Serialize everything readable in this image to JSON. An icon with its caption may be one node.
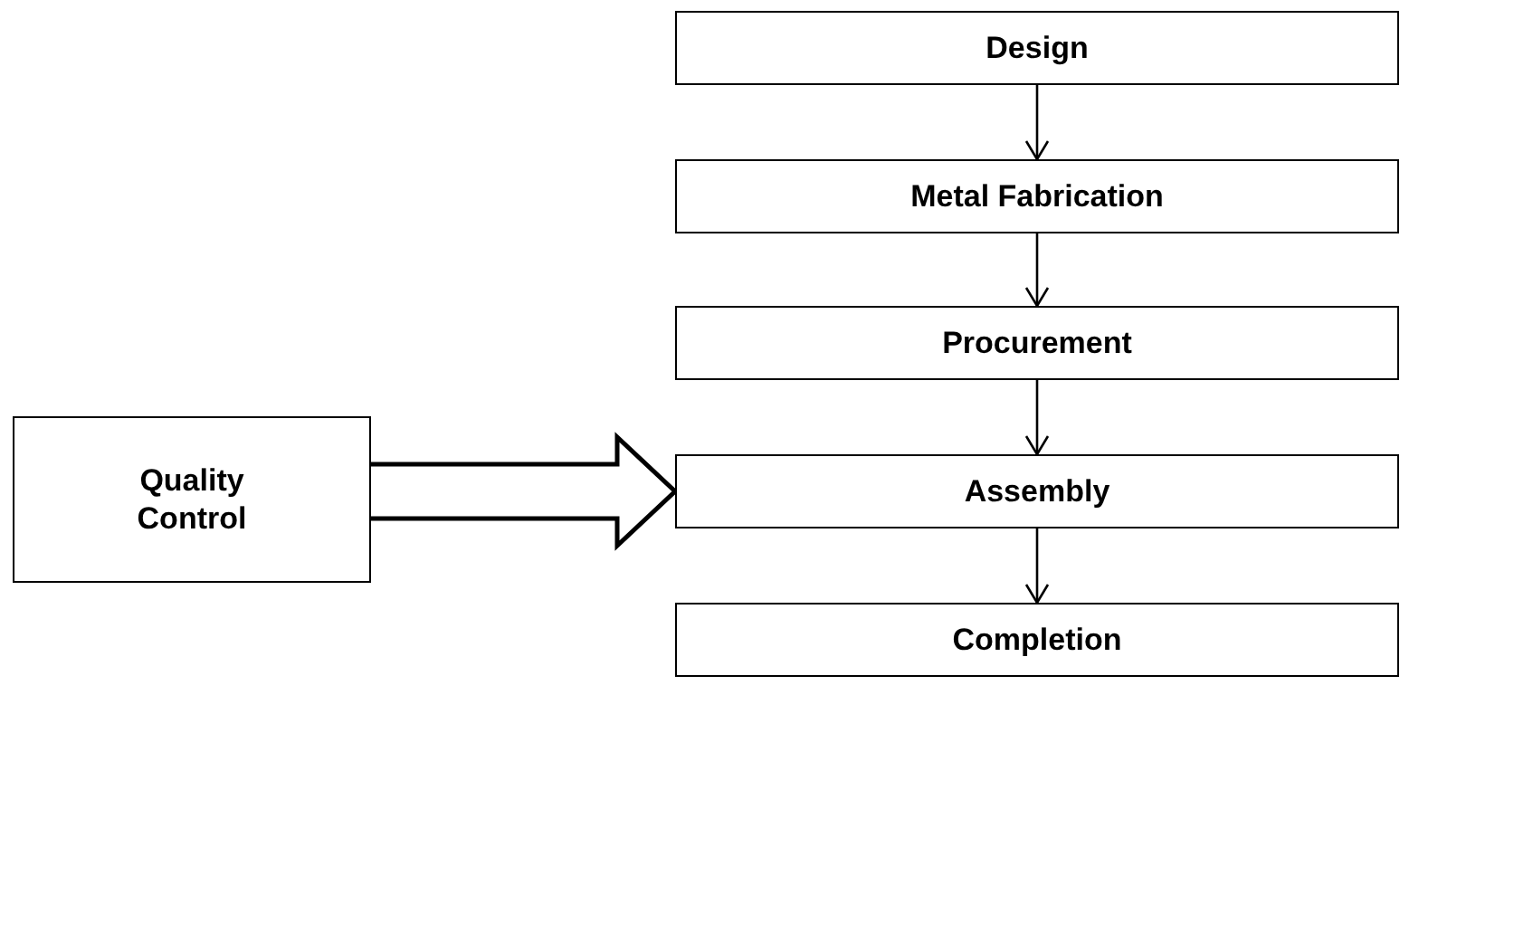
{
  "diagram": {
    "nodes": [
      {
        "text": [
          "Design"
        ]
      },
      {
        "text": [
          "Metal Fabrication"
        ]
      },
      {
        "text": [
          "Procurement"
        ]
      },
      {
        "text": [
          "Assembly"
        ]
      },
      {
        "text": [
          "Completion"
        ]
      },
      {
        "text": [
          "Quality Control"
        ]
      }
    ],
    "edges": [
      {
        "from": 0,
        "to": 1,
        "arrow": "to"
      },
      {
        "from": 1,
        "to": 2,
        "arrow": "to"
      },
      {
        "from": 2,
        "to": 3,
        "arrow": "to"
      },
      {
        "from": 3,
        "to": 4,
        "arrow": "to"
      },
      {
        "from": 5,
        "to": 3,
        "arrow": "to",
        "style": "thick"
      }
    ]
  }
}
